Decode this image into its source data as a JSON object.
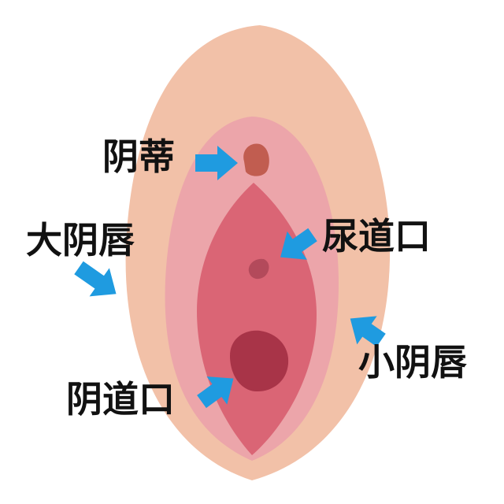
{
  "labels": {
    "clitoris": "阴蒂",
    "labia_majora": "大阴唇",
    "urethral_opening": "尿道口",
    "labia_minora": "小阴唇",
    "vaginal_opening": "阴道口"
  },
  "colors": {
    "background": "#ffffff",
    "labia_majora_fill": "#f2c1a8",
    "labia_minora_fill": "#eca5aa",
    "vestibule_fill": "#da6575",
    "clitoris_fill": "#c15d50",
    "urethral_fill": "#b34a5b",
    "vaginal_fill": "#a83448",
    "arrow": "#1f9be0",
    "text": "#111111"
  },
  "icons": {
    "arrows": "arrow-icon"
  }
}
